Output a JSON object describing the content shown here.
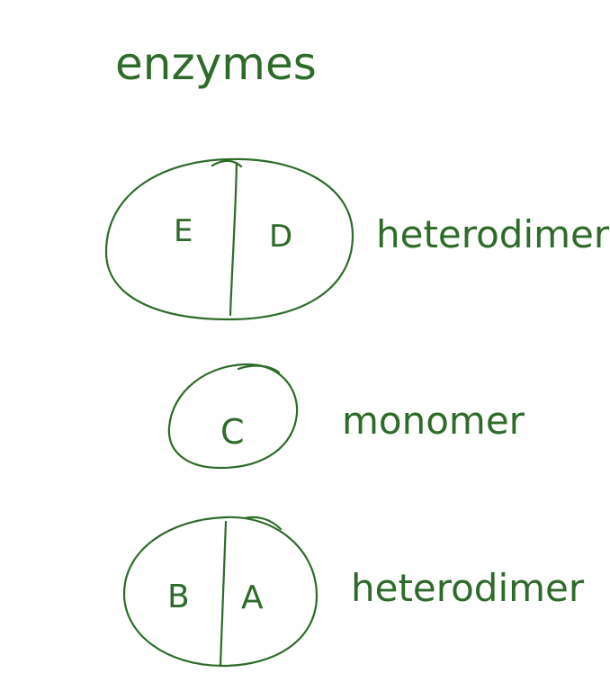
{
  "ink_color": "#2e6b2a",
  "title": "enzymes",
  "enzymes": [
    {
      "subunits": [
        "E",
        "D"
      ],
      "type_label": "heterodimer"
    },
    {
      "subunits": [
        "C"
      ],
      "type_label": "monomer"
    },
    {
      "subunits": [
        "B",
        "A"
      ],
      "type_label": "heterodimer"
    }
  ]
}
